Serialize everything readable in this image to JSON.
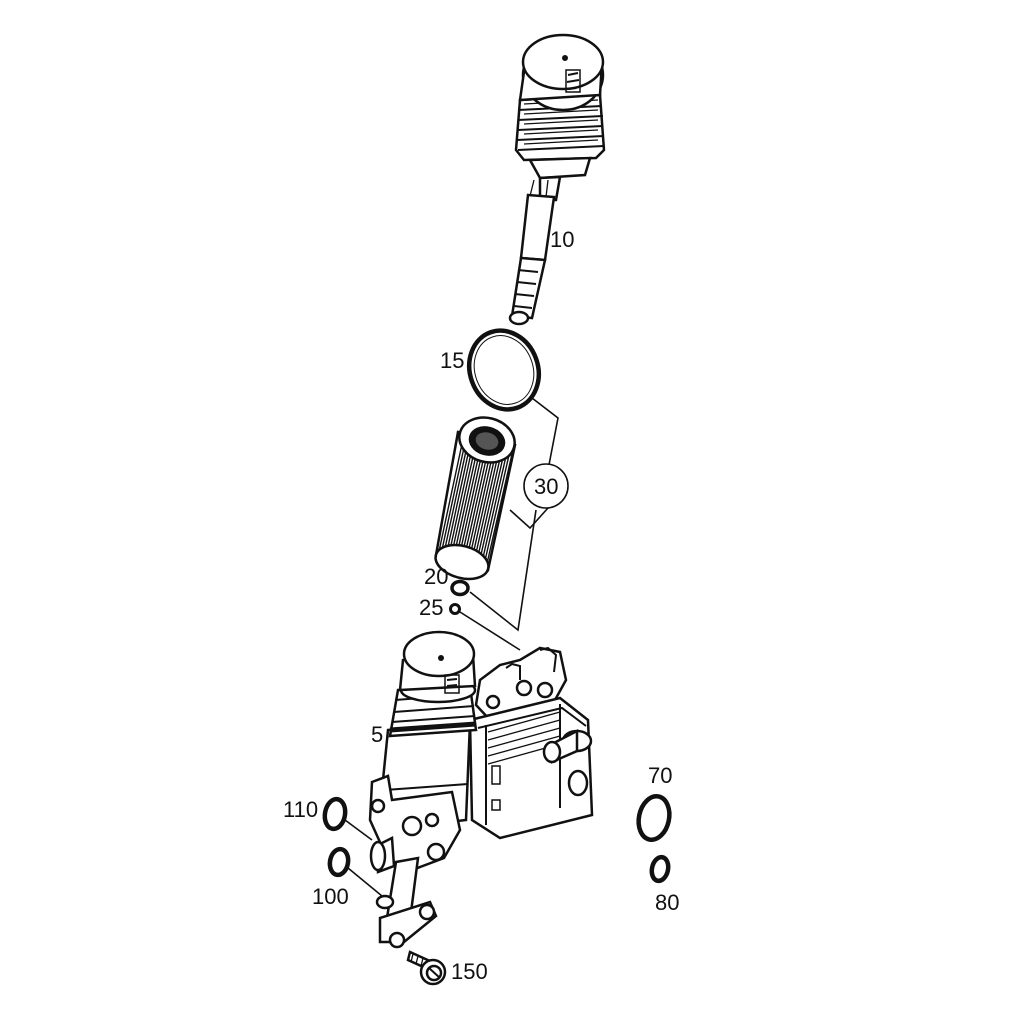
{
  "callouts": {
    "cap_stick": "10",
    "oring_large": "15",
    "filter_kit": "30",
    "oring_small_20": "20",
    "oring_small_25": "25",
    "housing": "5",
    "seal_110": "110",
    "seal_100": "100",
    "seal_70": "70",
    "seal_80": "80",
    "bolt": "150"
  }
}
